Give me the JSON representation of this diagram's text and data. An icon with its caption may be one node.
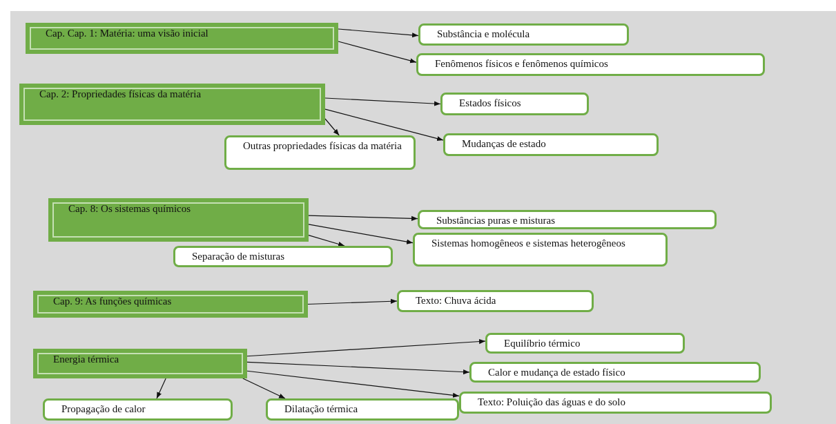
{
  "diagram": {
    "nodes": [
      {
        "text": [
          "Cap. Cap. 1: Matéria: uma visão inicial"
        ]
      },
      {
        "text": [
          "Substância e molécula"
        ]
      },
      {
        "text": [
          "Fenômenos físicos e fenômenos químicos"
        ]
      },
      {
        "text": [
          "Cap. 2: Propriedades físicas da matéria"
        ]
      },
      {
        "text": [
          "Estados físicos"
        ]
      },
      {
        "text": [
          "Mudanças de estado"
        ]
      },
      {
        "text": [
          "Outras propriedades físicas da matéria"
        ]
      },
      {
        "text": [
          "Cap. 8: Os sistemas químicos"
        ]
      },
      {
        "text": [
          "Substâncias puras e misturas"
        ]
      },
      {
        "text": [
          "Sistemas homogêneos e sistemas heterogêneos"
        ]
      },
      {
        "text": [
          "Separação de misturas"
        ]
      },
      {
        "text": [
          "Cap. 9: As funções químicas"
        ]
      },
      {
        "text": [
          "Texto: Chuva ácida"
        ]
      },
      {
        "text": [
          "Energia térmica"
        ]
      },
      {
        "text": [
          "Equilíbrio térmico"
        ]
      },
      {
        "text": [
          "Calor e mudança de estado físico"
        ]
      },
      {
        "text": [
          "Texto: Poluição das águas e do solo"
        ]
      },
      {
        "text": [
          "Propagação de calor"
        ]
      },
      {
        "text": [
          "Dilatação térmica"
        ]
      }
    ],
    "edges": [
      {
        "from": 0,
        "to": 1,
        "arrow": "to"
      },
      {
        "from": 0,
        "to": 2,
        "arrow": "to"
      },
      {
        "from": 3,
        "to": 4,
        "arrow": "to"
      },
      {
        "from": 3,
        "to": 5,
        "arrow": "to"
      },
      {
        "from": 3,
        "to": 6,
        "arrow": "to"
      },
      {
        "from": 7,
        "to": 8,
        "arrow": "to"
      },
      {
        "from": 7,
        "to": 9,
        "arrow": "to"
      },
      {
        "from": 7,
        "to": 10,
        "arrow": "to"
      },
      {
        "from": 11,
        "to": 12,
        "arrow": "to"
      },
      {
        "from": 13,
        "to": 14,
        "arrow": "to"
      },
      {
        "from": 13,
        "to": 15,
        "arrow": "to"
      },
      {
        "from": 13,
        "to": 16,
        "arrow": "to"
      },
      {
        "from": 13,
        "to": 17,
        "arrow": "to"
      },
      {
        "from": 13,
        "to": 18,
        "arrow": "to"
      }
    ]
  }
}
